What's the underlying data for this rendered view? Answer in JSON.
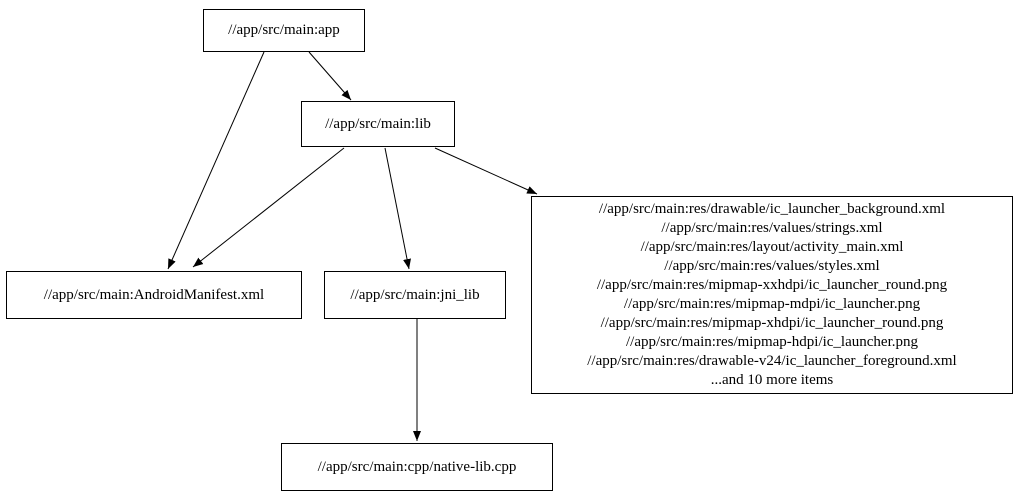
{
  "diagram": {
    "type": "dependency-graph",
    "colors": {
      "background": "#ffffff",
      "node_border": "#000000",
      "node_fill": "#ffffff",
      "edge": "#000000",
      "text": "#000000"
    },
    "nodes": [
      {
        "id": "app",
        "label": "//app/src/main:app"
      },
      {
        "id": "lib",
        "label": "//app/src/main:lib"
      },
      {
        "id": "manifest",
        "label": "//app/src/main:AndroidManifest.xml"
      },
      {
        "id": "jni_lib",
        "label": "//app/src/main:jni_lib"
      },
      {
        "id": "res",
        "lines": [
          "//app/src/main:res/drawable/ic_launcher_background.xml",
          "//app/src/main:res/values/strings.xml",
          "//app/src/main:res/layout/activity_main.xml",
          "//app/src/main:res/values/styles.xml",
          "//app/src/main:res/mipmap-xxhdpi/ic_launcher_round.png",
          "//app/src/main:res/mipmap-mdpi/ic_launcher.png",
          "//app/src/main:res/mipmap-xhdpi/ic_launcher_round.png",
          "//app/src/main:res/mipmap-hdpi/ic_launcher.png",
          "//app/src/main:res/drawable-v24/ic_launcher_foreground.xml",
          "...and 10 more items"
        ]
      },
      {
        "id": "cpp",
        "label": "//app/src/main:cpp/native-lib.cpp"
      }
    ],
    "edges": [
      {
        "from": "app",
        "to": "lib"
      },
      {
        "from": "app",
        "to": "manifest"
      },
      {
        "from": "lib",
        "to": "manifest"
      },
      {
        "from": "lib",
        "to": "jni_lib"
      },
      {
        "from": "lib",
        "to": "res"
      },
      {
        "from": "jni_lib",
        "to": "cpp"
      }
    ]
  }
}
